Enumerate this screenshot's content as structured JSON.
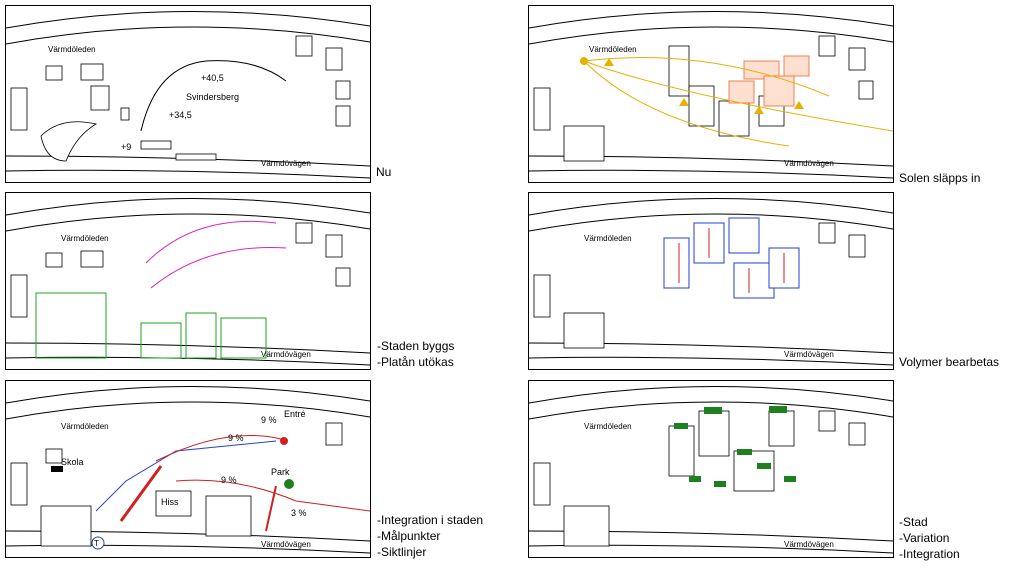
{
  "panels": [
    {
      "id": "nu",
      "labels": {
        "road_top": "Värmdöleden",
        "road_bottom": "Värmdövägen",
        "hill": "Svindersberg",
        "h1": "+40,5",
        "h2": "+34,5",
        "h3": "+9"
      },
      "caption": [
        "Nu"
      ]
    },
    {
      "id": "solen",
      "labels": {
        "road_top": "Värmdöleden",
        "road_bottom": "Värmdövägen"
      },
      "caption": [
        "Solen släpps in"
      ]
    },
    {
      "id": "staden",
      "labels": {
        "road_top": "Värmdöleden",
        "road_bottom": "Värmdövägen"
      },
      "caption": [
        "-Staden byggs",
        "-Platån utökas"
      ]
    },
    {
      "id": "volymer",
      "labels": {
        "road_top": "Värmdöleden",
        "road_bottom": "Värmdövägen"
      },
      "caption": [
        "Volymer bearbetas"
      ]
    },
    {
      "id": "integration",
      "labels": {
        "road_top": "Värmdöleden",
        "road_bottom": "Värmdövägen",
        "skola": "Skola",
        "hiss": "Hiss",
        "park": "Park",
        "entre": "Entré",
        "p9a": "9 %",
        "p9b": "9 %",
        "p9c": "9 %",
        "p3": "3 %",
        "t": "T"
      },
      "caption": [
        "-Integration i staden",
        "-Målpunkter",
        "-Siktlinjer"
      ]
    },
    {
      "id": "stad",
      "labels": {
        "road_top": "Värmdöleden",
        "road_bottom": "Värmdövägen"
      },
      "caption": [
        "-Stad",
        "-Variation",
        "-Integration"
      ]
    }
  ],
  "colors": {
    "sun": "#e8b000",
    "orange": "#f08050",
    "magenta": "#e020c0",
    "green": "#20a020",
    "blue": "#2040d0",
    "red": "#d02020",
    "darkgreen": "#208020"
  }
}
